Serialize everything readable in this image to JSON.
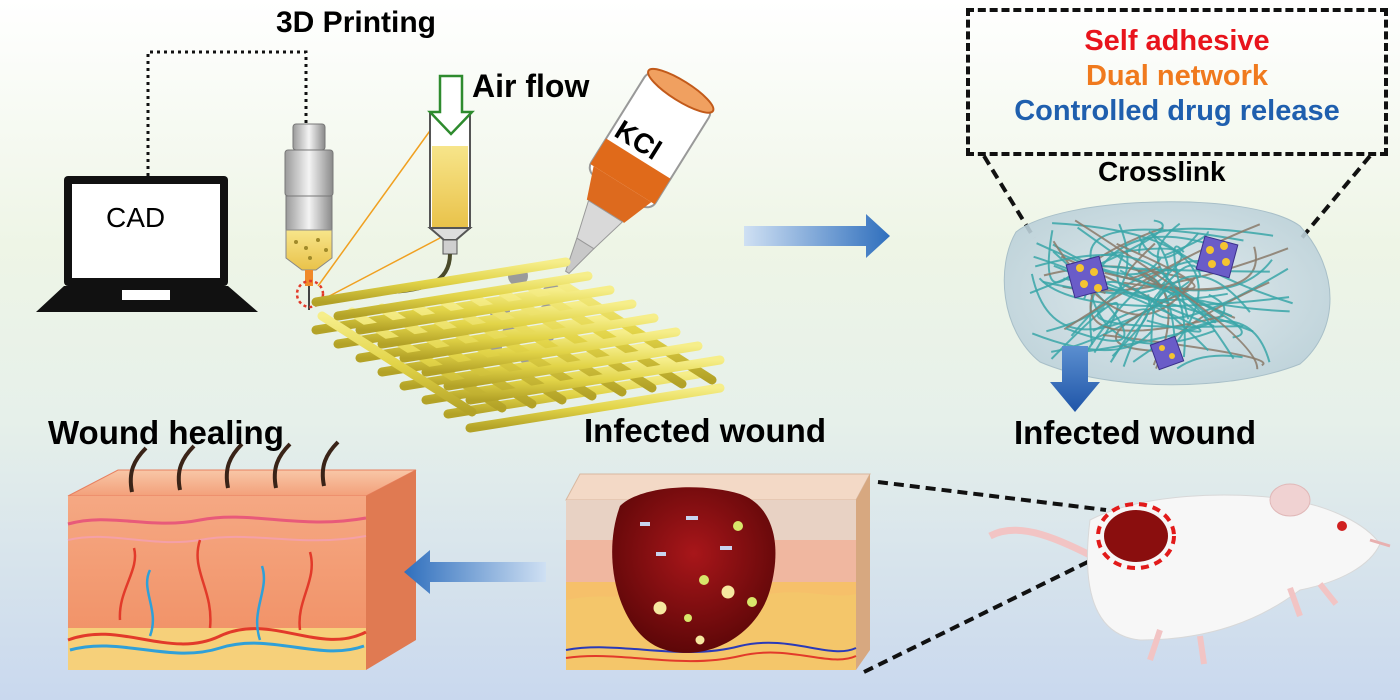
{
  "labels": {
    "printing": "3D Printing",
    "air_flow": "Air flow",
    "cad": "CAD",
    "kcl": "KCl",
    "crosslink": "Crosslink",
    "infected_wound_right": "Infected wound",
    "infected_wound_center": "Infected wound",
    "wound_healing": "Wound healing"
  },
  "features": [
    {
      "text": "Self adhesive",
      "color": "#e8141c"
    },
    {
      "text": "Dual network",
      "color": "#f07a1e"
    },
    {
      "text": "Controlled drug release",
      "color": "#1f5fae"
    }
  ],
  "colors": {
    "arrow": "#2f6fbd",
    "fiber": "#e6dc5a",
    "wound": "#8a0e0e",
    "network": "#3aa6a8",
    "skin": "#f49a6c"
  }
}
